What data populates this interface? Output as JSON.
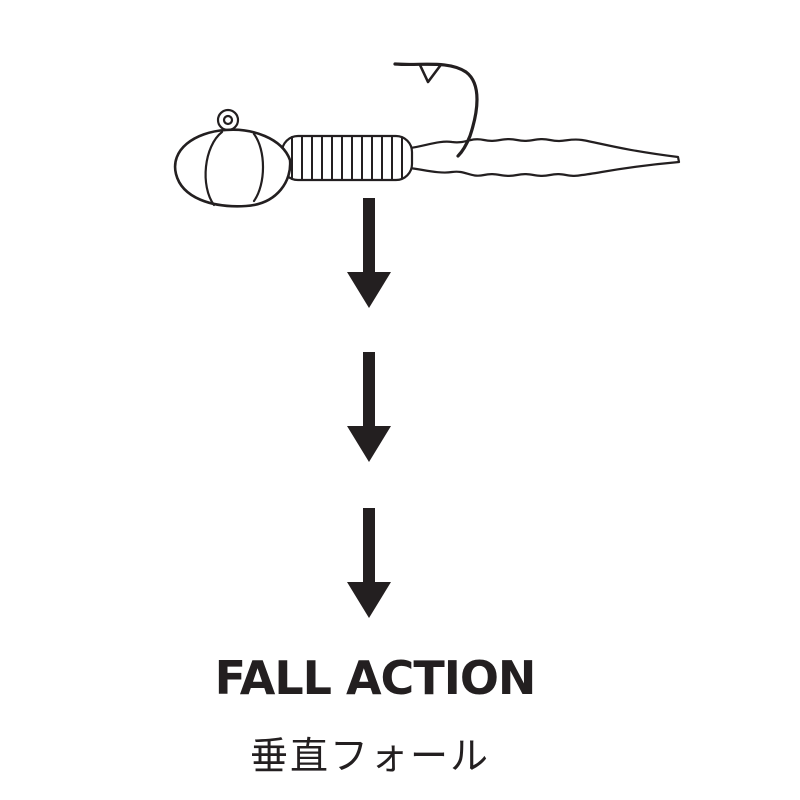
{
  "caption": {
    "title": "FALL ACTION",
    "subtitle": "垂直フォール"
  },
  "colors": {
    "ink": "#231f20",
    "lure_fill": "#ffffff",
    "background": "#ffffff"
  },
  "illustration": {
    "subject": "jig-head-lure-with-worm",
    "arrow_count": 3,
    "arrow_direction": "down"
  }
}
